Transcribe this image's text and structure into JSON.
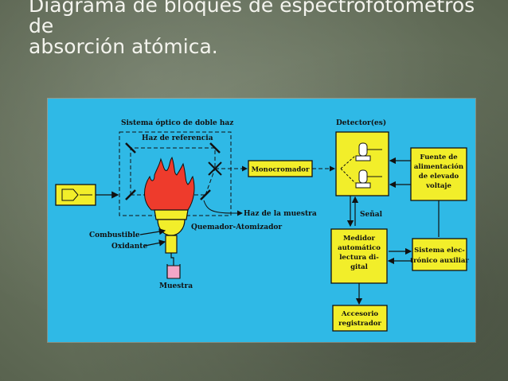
{
  "slide": {
    "title_line1": "Diagrama de bloques de espectrofotómetros de",
    "title_line2": "absorción atómica."
  },
  "diagram": {
    "labels": {
      "optical_system": "Sistema óptico de doble haz",
      "reference_beam": "Haz de referencia",
      "sample_beam": "Haz de la muestra",
      "burner": "Quemador-Atomizador",
      "fuel": "Combustible",
      "oxidant": "Oxidante",
      "sample": "Muestra",
      "detectors": "Detector(es)",
      "signal": "Señal"
    },
    "blocks": {
      "monochromator": [
        "Monocromador"
      ],
      "power_supply": [
        "Fuente de",
        "alimentación",
        "de elevado",
        "voltaje"
      ],
      "meter": [
        "Medidor",
        "automático",
        "lectura di-",
        "gital"
      ],
      "aux_system": [
        "Sistema elec-",
        "trónico auxiliar"
      ],
      "recorder": [
        "Accesorio",
        "registrador"
      ]
    },
    "colors": {
      "panel": "#2fb9e6",
      "block": "#f2ee2a",
      "flame": "#ee3b2c",
      "sample_liquid": "#f3a6c8"
    }
  }
}
